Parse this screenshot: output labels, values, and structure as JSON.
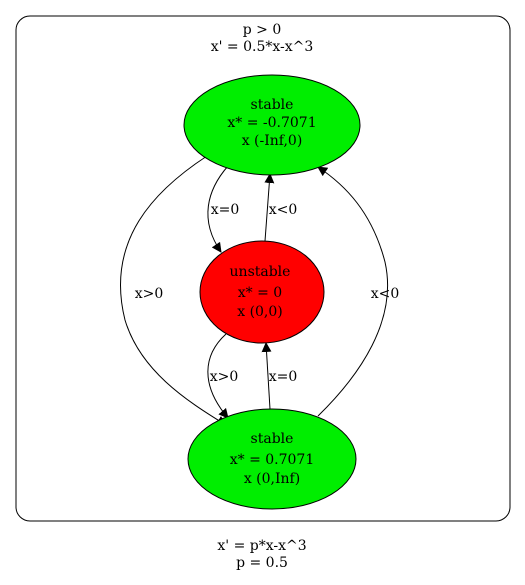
{
  "cluster": {
    "label_line1": "p > 0",
    "label_line2": "x' = 0.5*x-x^3"
  },
  "nodes": {
    "stable_neg": {
      "line1": "stable",
      "line2": "x* = -0.7071",
      "line3": "x (-Inf,0)",
      "color": "#00ee00"
    },
    "unstable": {
      "line1": "unstable",
      "line2": "x* = 0",
      "line3": "x (0,0)",
      "color": "#ff0000"
    },
    "stable_pos": {
      "line1": "stable",
      "line2": "x* = 0.7071",
      "line3": "x (0,Inf)",
      "color": "#00ee00"
    }
  },
  "edges": {
    "neg_to_unstable": "x=0",
    "unstable_to_neg": "x<0",
    "neg_to_pos": "x>0",
    "pos_to_neg": "x<0",
    "unstable_to_pos": "x>0",
    "pos_to_unstable": "x=0"
  },
  "caption": {
    "line1": "x' = p*x-x^3",
    "line2": "p = 0.5"
  }
}
